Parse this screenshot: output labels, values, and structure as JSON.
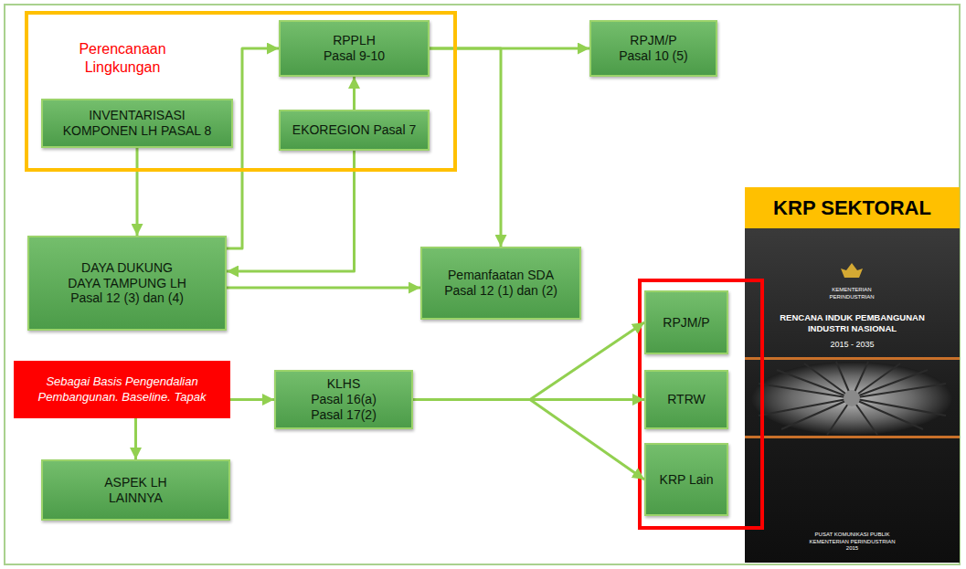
{
  "diagram": {
    "nodes": [
      {
        "text": [
          "Perencanaan Lingkungan"
        ]
      },
      {
        "text": [
          "RPPLH",
          "Pasal 9-10"
        ],
        "in": 0
      },
      {
        "text": [
          "INVENTARISASI",
          "KOMPONEN LH PASAL 8"
        ],
        "in": 0
      },
      {
        "text": [
          "EKOREGION Pasal 7"
        ],
        "in": 0
      },
      {
        "text": [
          "RPJM/P",
          "Pasal 10 (5)"
        ]
      },
      {
        "text": [
          "KRP SEKTORAL"
        ]
      },
      {
        "text": [
          "DAYA DUKUNG",
          "DAYA TAMPUNG LH",
          "Pasal 12 (3) dan (4)"
        ]
      },
      {
        "text": [
          "Pemanfaatan SDA",
          "Pasal 12 (1) dan (2)"
        ]
      },
      {
        "text": [
          "RPJM/P"
        ]
      },
      {
        "text": [
          "Sebagai Basis Pengendalian Pembangunan. Baseline. Tapak"
        ]
      },
      {
        "text": [
          "KLHS",
          "Pasal 16(a)",
          "Pasal 17(2)"
        ]
      },
      {
        "text": [
          "RTRW"
        ]
      },
      {
        "text": [
          "KRP Lain"
        ]
      },
      {
        "text": [
          "ASPEK LH",
          "LAINNYA"
        ]
      }
    ],
    "edges": [
      {
        "from": 6,
        "to": 1,
        "arrow": "to"
      },
      {
        "from": 2,
        "to": 6,
        "arrow": "to"
      },
      {
        "from": 3,
        "to": 1,
        "arrow": "to"
      },
      {
        "from": 3,
        "to": 6,
        "arrow": "to"
      },
      {
        "from": 1,
        "to": 4,
        "arrow": "to"
      },
      {
        "from": 1,
        "to": 7,
        "arrow": "to"
      },
      {
        "from": 6,
        "to": 7,
        "arrow": "to"
      },
      {
        "from": 9,
        "to": 13,
        "arrow": "to"
      },
      {
        "from": 9,
        "to": 10,
        "arrow": "to"
      },
      {
        "from": 10,
        "to": 8,
        "arrow": "to"
      },
      {
        "from": 10,
        "to": 11,
        "arrow": "to"
      },
      {
        "from": 10,
        "to": 12,
        "arrow": "to"
      }
    ],
    "labels": [
      "KEMENTERIAN PERINDUSTRIAN",
      "RENCANA INDUK PEMBANGUNAN INDUSTRI NASIONAL",
      "2015 - 2035",
      "PUSAT KOMUNIKASI PUBLIK KEMENTERIAN PERINDUSTRIAN 2015"
    ]
  }
}
